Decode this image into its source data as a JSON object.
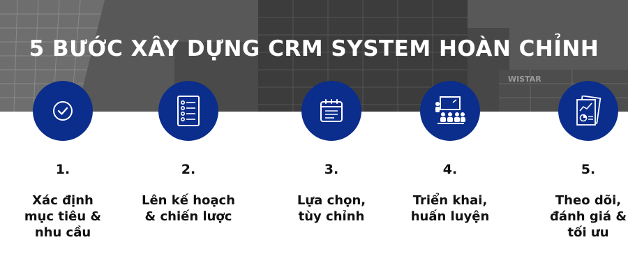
{
  "title": "5 BƯỚC XÂY DỰNG CRM SYSTEM HOÀN CHỈNH",
  "background_sign": "WISTAR",
  "colors": {
    "circle": "#0b2d8c",
    "hero_overlay": "#5a5a5a",
    "text": "#111111"
  },
  "steps": [
    {
      "number": "1.",
      "icon": "check-circle-icon",
      "lines": [
        "Xác định",
        "mục tiêu &",
        "nhu cầu"
      ]
    },
    {
      "number": "2.",
      "icon": "checklist-icon",
      "lines": [
        "Lên kế hoạch",
        "& chiến lược"
      ]
    },
    {
      "number": "3.",
      "icon": "calendar-list-icon",
      "lines": [
        "Lựa chọn,",
        "tùy chỉnh"
      ]
    },
    {
      "number": "4.",
      "icon": "presentation-training-icon",
      "lines": [
        "Triển khai,",
        "huấn luyện"
      ]
    },
    {
      "number": "5.",
      "icon": "analytics-report-icon",
      "lines": [
        "Theo dõi,",
        "đánh giá &",
        "tối ưu"
      ]
    }
  ]
}
